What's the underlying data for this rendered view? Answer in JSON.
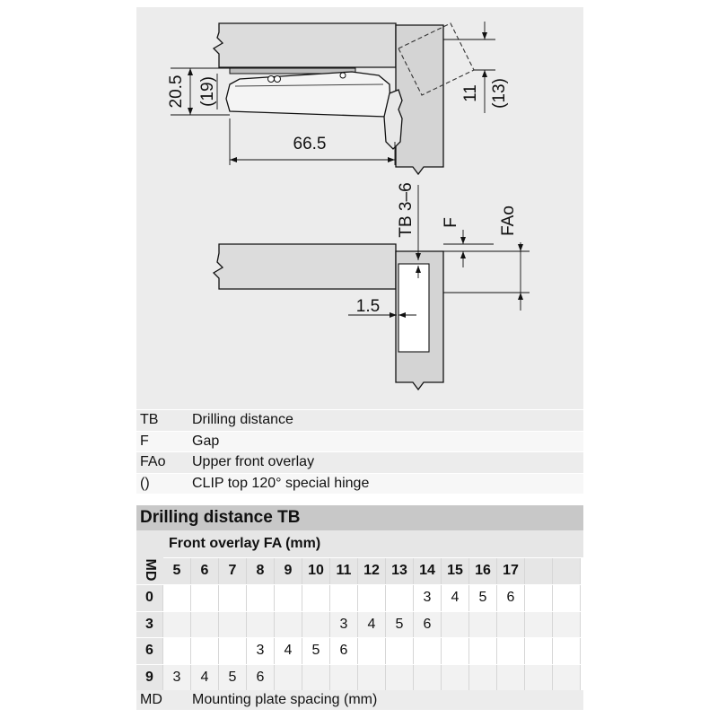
{
  "drawing": {
    "dims": {
      "d_20_5": "20.5",
      "d_19": "(19)",
      "d_66_5": "66.5",
      "d_11": "11",
      "d_13": "(13)",
      "tb": "TB 3–6",
      "f": "F",
      "fao": "FAo",
      "d_1_5": "1.5"
    }
  },
  "legend": [
    {
      "sym": "TB",
      "desc": "Drilling distance"
    },
    {
      "sym": "F",
      "desc": "Gap"
    },
    {
      "sym": "FAo",
      "desc": "Upper front overlay"
    },
    {
      "sym": "()",
      "desc": "CLIP top 120° special hinge"
    }
  ],
  "table": {
    "title": "Drilling distance TB",
    "md_header": "MD",
    "fa_header": "Front overlay FA (mm)",
    "columns": [
      "5",
      "6",
      "7",
      "8",
      "9",
      "10",
      "11",
      "12",
      "13",
      "14",
      "15",
      "16",
      "17",
      "",
      ""
    ],
    "rows": [
      {
        "md": "0",
        "cells": [
          "",
          "",
          "",
          "",
          "",
          "",
          "",
          "",
          "",
          "3",
          "4",
          "5",
          "6",
          "",
          ""
        ]
      },
      {
        "md": "3",
        "cells": [
          "",
          "",
          "",
          "",
          "",
          "",
          "3",
          "4",
          "5",
          "6",
          "",
          "",
          "",
          "",
          ""
        ]
      },
      {
        "md": "6",
        "cells": [
          "",
          "",
          "",
          "3",
          "4",
          "5",
          "6",
          "",
          "",
          "",
          "",
          "",
          "",
          "",
          ""
        ]
      },
      {
        "md": "9",
        "cells": [
          "3",
          "4",
          "5",
          "6",
          "",
          "",
          "",
          "",
          "",
          "",
          "",
          "",
          "",
          "",
          ""
        ]
      }
    ],
    "footer": {
      "sym": "MD",
      "desc": "Mounting plate spacing (mm)"
    }
  }
}
